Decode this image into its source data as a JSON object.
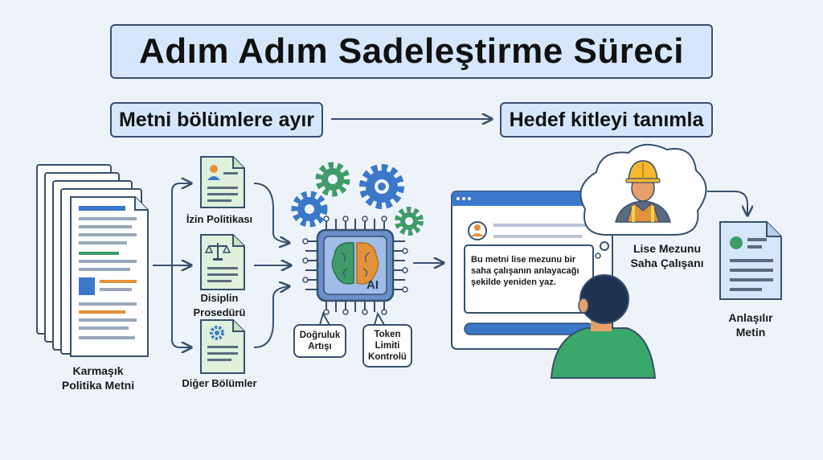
{
  "title": "Adım Adım Sadeleştirme Süreci",
  "steps": {
    "step1": "Metni bölümlere ayır",
    "step2": "Hedef kitleyi tanımla"
  },
  "source_doc": {
    "label_line1": "Karmaşık",
    "label_line2": "Politika Metni"
  },
  "sections": [
    {
      "label": "İzin Politikası",
      "icon": "person-icon"
    },
    {
      "label_line1": "Disiplin",
      "label_line2": "Prosedürü",
      "icon": "scales-icon"
    },
    {
      "label": "Diğer Bölümler",
      "icon": "gear-icon"
    }
  ],
  "ai_chip": {
    "chip_text": "AI",
    "callouts": [
      {
        "line1": "Doğruluk",
        "line2": "Artışı"
      },
      {
        "line1": "Token",
        "line2": "Limiti",
        "line3": "Kontrolü"
      }
    ]
  },
  "prompt_window": {
    "prompt_line1": "Bu metni lise mezunu bir",
    "prompt_line2": "saha çalışanın anlayacağı",
    "prompt_line3": "şekilde yeniden yaz."
  },
  "audience": {
    "label_line1": "Lise Mezunu",
    "label_line2": "Saha Çalışanı"
  },
  "result": {
    "label_line1": "Anlaşılır",
    "label_line2": "Metin"
  },
  "colors": {
    "background": "#eef3fa",
    "box_fill": "#d6e6fb",
    "outline": "#38506e",
    "green_doc": "#dff0dc",
    "gear_green": "#3f9c6a",
    "gear_blue": "#3b78c9",
    "shirt_green": "#3aa86a"
  }
}
